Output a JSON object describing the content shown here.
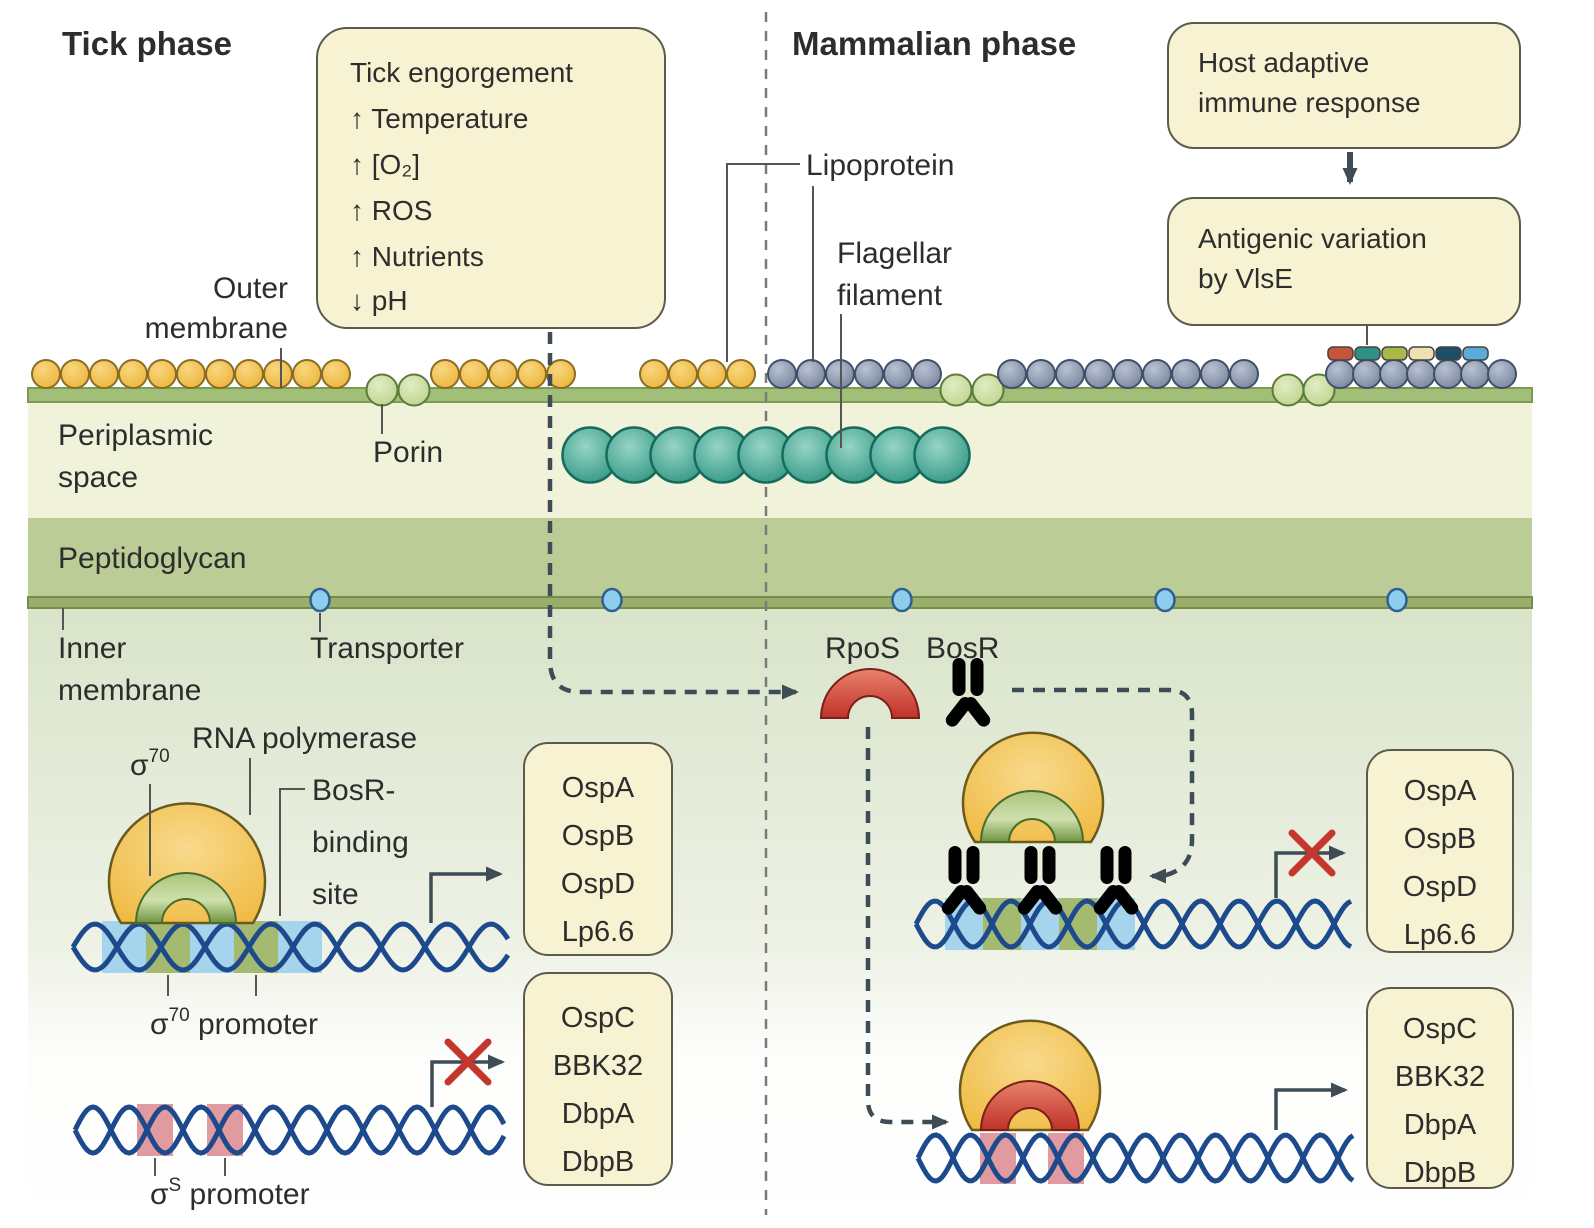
{
  "titles": {
    "tick_phase": "Tick phase",
    "mammalian_phase": "Mammalian phase"
  },
  "callouts": {
    "tick_engorgement": {
      "title": "Tick engorgement",
      "items": [
        "↑ Temperature",
        "↑ [O₂]",
        "↑ ROS",
        "↑ Nutrients",
        "↓ pH"
      ]
    },
    "host_immune": {
      "line1": "Host adaptive",
      "line2": "immune response"
    },
    "antigenic_variation": {
      "line1": "Antigenic variation",
      "line2": "by VlsE"
    }
  },
  "gene_groups": {
    "sigma70_dependent": [
      "OspA",
      "OspB",
      "OspD",
      "Lp6.6"
    ],
    "rpos_dependent": [
      "OspC",
      "BBK32",
      "DbpA",
      "DbpB"
    ]
  },
  "labels": {
    "outer_membrane": {
      "line1": "Outer",
      "line2": "membrane"
    },
    "periplasmic_space": {
      "line1": "Periplasmic",
      "line2": "space"
    },
    "porin": "Porin",
    "peptidoglycan": "Peptidoglycan",
    "inner_membrane": {
      "line1": "Inner",
      "line2": "membrane"
    },
    "transporter": "Transporter",
    "lipoprotein": "Lipoprotein",
    "flagellar_filament": {
      "line1": "Flagellar",
      "line2": "filament"
    },
    "rna_polymerase": "RNA polymerase",
    "rpos": "RpoS",
    "bosr": "BosR",
    "bosr_binding_site": {
      "line1": "BosR-",
      "line2": "binding",
      "line3": "site"
    },
    "sigma": "σ",
    "sup70": "70",
    "supS": "S",
    "promoter": " promoter"
  },
  "colors": {
    "callout_fill": "#f7f3d2",
    "tick_lipoprotein": "#eeb53c",
    "mammal_lipoprotein": "#79869f",
    "porin": "#bcd48b",
    "flagellar_filament": "#2f9582",
    "outer_membrane_strip": "#a2bf77",
    "peptidoglycan_band": "#bccc96",
    "dna": "#1c4a8c",
    "bosr_binding_box": "#a6d4ec",
    "sigma70_promoter_box": "#a4ba70",
    "sigmaS_promoter_box": "#e09aa0",
    "rna_polymerase": "#efb93f",
    "sigma70_factor": "#6f9440",
    "rpos_factor": "#c43a30",
    "bosr_protein": "#90c8e8",
    "blocked_x": "#c3372c",
    "vlse_variants": [
      "#c8553a",
      "#2f9183",
      "#a8b946",
      "#f0dfb0",
      "#1d4f66",
      "#5aabd8"
    ]
  }
}
